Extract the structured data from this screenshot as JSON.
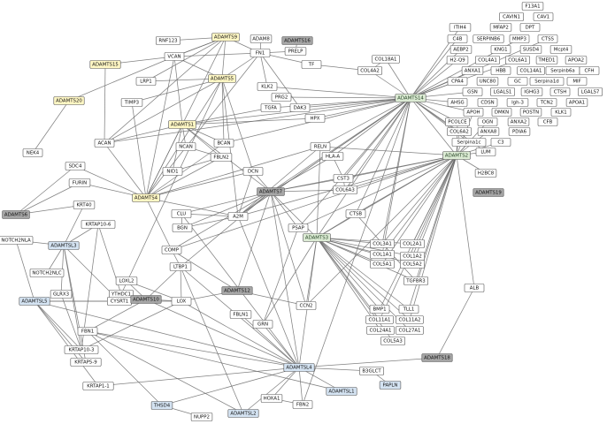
{
  "colors": {
    "white": "#ffffff",
    "yellow": "#fff7c4",
    "green": "#dcebd4",
    "blue": "#d4e3f2",
    "gray": "#a6a6a6",
    "edge": "#6b6b6b"
  },
  "nodes": [
    {
      "id": "f13a1",
      "label": "F13A1",
      "cat": "white"
    },
    {
      "id": "cavin1",
      "label": "CAVIN1",
      "cat": "white"
    },
    {
      "id": "cav1",
      "label": "CAV1",
      "cat": "white"
    },
    {
      "id": "itih4",
      "label": "ITIH4",
      "cat": "white"
    },
    {
      "id": "mfap2",
      "label": "MFAP2",
      "cat": "white"
    },
    {
      "id": "dpt",
      "label": "DPT",
      "cat": "white"
    },
    {
      "id": "c4b",
      "label": "C4B",
      "cat": "white"
    },
    {
      "id": "serpinb6",
      "label": "SERPINB6",
      "cat": "white"
    },
    {
      "id": "mmp3",
      "label": "MMP3",
      "cat": "white"
    },
    {
      "id": "ctss",
      "label": "CTSS",
      "cat": "white"
    },
    {
      "id": "aebp2",
      "label": "AEBP2",
      "cat": "white"
    },
    {
      "id": "kng1",
      "label": "KNG1",
      "cat": "white"
    },
    {
      "id": "sus04",
      "label": "SUSD4",
      "cat": "white"
    },
    {
      "id": "mcpt4",
      "label": "Mcpt4",
      "cat": "white"
    },
    {
      "id": "h2q9",
      "label": "H2-Q9",
      "cat": "white"
    },
    {
      "id": "col4a1",
      "label": "COL4A1",
      "cat": "white"
    },
    {
      "id": "col6a1",
      "label": "COL6A1",
      "cat": "white"
    },
    {
      "id": "tmed1",
      "label": "TMED1",
      "cat": "white"
    },
    {
      "id": "apoa2",
      "label": "APOA2",
      "cat": "white"
    },
    {
      "id": "anxa1",
      "label": "ANXA1",
      "cat": "white"
    },
    {
      "id": "hbb",
      "label": "HBB",
      "cat": "white"
    },
    {
      "id": "col14a1",
      "label": "COL14A1",
      "cat": "white"
    },
    {
      "id": "serpinb6a",
      "label": "Serpinb6a",
      "cat": "white"
    },
    {
      "id": "cfh",
      "label": "CFH",
      "cat": "white"
    },
    {
      "id": "cpa4",
      "label": "CPA4",
      "cat": "white"
    },
    {
      "id": "unc80",
      "label": "UNC80",
      "cat": "white"
    },
    {
      "id": "gc",
      "label": "GC",
      "cat": "white"
    },
    {
      "id": "serpina1d",
      "label": "Serpina1d",
      "cat": "white"
    },
    {
      "id": "mif",
      "label": "MIF",
      "cat": "white"
    },
    {
      "id": "gsn",
      "label": "GSN",
      "cat": "white"
    },
    {
      "id": "lgals1",
      "label": "LGALS1",
      "cat": "white"
    },
    {
      "id": "ighg3",
      "label": "IGHG3",
      "cat": "white"
    },
    {
      "id": "ctsh",
      "label": "CTSH",
      "cat": "white"
    },
    {
      "id": "lgals7",
      "label": "LGALS7",
      "cat": "white"
    },
    {
      "id": "ahsg",
      "label": "AHSG",
      "cat": "white"
    },
    {
      "id": "cdsn",
      "label": "CDSN",
      "cat": "white"
    },
    {
      "id": "igh3",
      "label": "Igh-3",
      "cat": "white"
    },
    {
      "id": "tcn2",
      "label": "TCN2",
      "cat": "white"
    },
    {
      "id": "apoa1",
      "label": "APOA1",
      "cat": "white"
    },
    {
      "id": "apoh",
      "label": "APOH",
      "cat": "white"
    },
    {
      "id": "dmkn",
      "label": "DMKN",
      "cat": "white"
    },
    {
      "id": "postn",
      "label": "POSTN",
      "cat": "white"
    },
    {
      "id": "klk1",
      "label": "KLK1",
      "cat": "white"
    },
    {
      "id": "pcolce",
      "label": "PCOLCE",
      "cat": "white"
    },
    {
      "id": "ogn",
      "label": "OGN",
      "cat": "white"
    },
    {
      "id": "anxa2",
      "label": "ANXA2",
      "cat": "white"
    },
    {
      "id": "cfb",
      "label": "CFB",
      "cat": "white"
    },
    {
      "id": "col6a2",
      "label": "COL6A2",
      "cat": "white"
    },
    {
      "id": "anxa8",
      "label": "ANXA8",
      "cat": "white"
    },
    {
      "id": "pdia6",
      "label": "PDIA6",
      "cat": "white"
    },
    {
      "id": "serpina1c",
      "label": "Serpina1c",
      "cat": "white"
    },
    {
      "id": "c3",
      "label": "C3",
      "cat": "white"
    },
    {
      "id": "lum",
      "label": "LUM",
      "cat": "white"
    },
    {
      "id": "adamts14",
      "label": "ADAMTS14",
      "cat": "green"
    },
    {
      "id": "adamts2",
      "label": "ADAMTS2",
      "cat": "green"
    },
    {
      "id": "adamts3",
      "label": "ADAMTS3",
      "cat": "green"
    },
    {
      "id": "h2bc8",
      "label": "H2BC8",
      "cat": "white"
    },
    {
      "id": "adamts19",
      "label": "ADAMTS19",
      "cat": "gray"
    },
    {
      "id": "col18a1",
      "label": "COL18A1",
      "cat": "white"
    },
    {
      "id": "col4a2",
      "label": "COL4A2",
      "cat": "white"
    },
    {
      "id": "adamts9",
      "label": "ADAMTS9",
      "cat": "yellow"
    },
    {
      "id": "rnf123",
      "label": "RNF123",
      "cat": "white"
    },
    {
      "id": "adam8",
      "label": "ADAM8",
      "cat": "white"
    },
    {
      "id": "adamts16",
      "label": "ADAMTS16",
      "cat": "gray"
    },
    {
      "id": "adamts15",
      "label": "ADAMTS15",
      "cat": "yellow"
    },
    {
      "id": "vcan",
      "label": "VCAN",
      "cat": "white"
    },
    {
      "id": "fn1",
      "label": "FN1",
      "cat": "white"
    },
    {
      "id": "prelp",
      "label": "PRELP",
      "cat": "white"
    },
    {
      "id": "tf",
      "label": "TF",
      "cat": "white"
    },
    {
      "id": "lrp1",
      "label": "LRP1",
      "cat": "white"
    },
    {
      "id": "adamts5",
      "label": "ADAMTS5",
      "cat": "yellow"
    },
    {
      "id": "adamts20",
      "label": "ADAMTS20",
      "cat": "yellow"
    },
    {
      "id": "timp3",
      "label": "TIMP3",
      "cat": "white"
    },
    {
      "id": "klk2",
      "label": "KLK2",
      "cat": "white"
    },
    {
      "id": "prg2",
      "label": "PRG2",
      "cat": "white"
    },
    {
      "id": "tgfa",
      "label": "TGFA",
      "cat": "white"
    },
    {
      "id": "dak3",
      "label": "DAK3",
      "cat": "white"
    },
    {
      "id": "hpx",
      "label": "HPX",
      "cat": "white"
    },
    {
      "id": "adamts1",
      "label": "ADAMTS1",
      "cat": "yellow"
    },
    {
      "id": "acan",
      "label": "ACAN",
      "cat": "white"
    },
    {
      "id": "bcan",
      "label": "BCAN",
      "cat": "white"
    },
    {
      "id": "ncan",
      "label": "NCAN",
      "cat": "white"
    },
    {
      "id": "reln",
      "label": "RELN",
      "cat": "white"
    },
    {
      "id": "nek4",
      "label": "NEK4",
      "cat": "white"
    },
    {
      "id": "fbln2",
      "label": "FBLN2",
      "cat": "white"
    },
    {
      "id": "hlaa",
      "label": "HLA-A",
      "cat": "white"
    },
    {
      "id": "sdc4",
      "label": "SDC4",
      "cat": "white"
    },
    {
      "id": "nid1",
      "label": "NID1",
      "cat": "white"
    },
    {
      "id": "dcn",
      "label": "DCN",
      "cat": "white"
    },
    {
      "id": "cst3",
      "label": "CST3",
      "cat": "white"
    },
    {
      "id": "furin",
      "label": "FURIN",
      "cat": "white"
    },
    {
      "id": "adamts4",
      "label": "ADAMTS4",
      "cat": "yellow"
    },
    {
      "id": "adamts7",
      "label": "ADAMTS7",
      "cat": "gray"
    },
    {
      "id": "col6a3",
      "label": "COL6A3",
      "cat": "white"
    },
    {
      "id": "adamts6",
      "label": "ADAMTS6",
      "cat": "gray"
    },
    {
      "id": "krt40",
      "label": "KRT40",
      "cat": "white"
    },
    {
      "id": "clu",
      "label": "CLU",
      "cat": "white"
    },
    {
      "id": "a2m",
      "label": "A2M",
      "cat": "white"
    },
    {
      "id": "ctsb",
      "label": "CTSB",
      "cat": "white"
    },
    {
      "id": "bgn",
      "label": "BGN",
      "cat": "white"
    },
    {
      "id": "notch2nla",
      "label": "NOTCH2NLA",
      "cat": "white"
    },
    {
      "id": "adamtsl3",
      "label": "ADAMTSL3",
      "cat": "blue"
    },
    {
      "id": "krtap10_6",
      "label": "KRTAP10-6",
      "cat": "white"
    },
    {
      "id": "psap",
      "label": "PSAP",
      "cat": "white"
    },
    {
      "id": "col3a1",
      "label": "COL3A1",
      "cat": "white"
    },
    {
      "id": "col2a1",
      "label": "COL2A1",
      "cat": "white"
    },
    {
      "id": "col1a1",
      "label": "COL1A1",
      "cat": "white"
    },
    {
      "id": "col1a2",
      "label": "COL1A2",
      "cat": "white"
    },
    {
      "id": "comp",
      "label": "COMP",
      "cat": "white"
    },
    {
      "id": "col5a1",
      "label": "COL5A1",
      "cat": "white"
    },
    {
      "id": "col5a2",
      "label": "COL5A2",
      "cat": "white"
    },
    {
      "id": "ltbp1",
      "label": "LTBP1",
      "cat": "white"
    },
    {
      "id": "alb",
      "label": "ALB",
      "cat": "white"
    },
    {
      "id": "notch2nlc",
      "label": "NOTCH2NLC",
      "cat": "white"
    },
    {
      "id": "tgfbr3",
      "label": "TGFBR3",
      "cat": "white"
    },
    {
      "id": "lox",
      "label": "LOX",
      "cat": "white"
    },
    {
      "id": "adamts12",
      "label": "ADAMTS12",
      "cat": "gray"
    },
    {
      "id": "ythdc1",
      "label": "YTHDC1",
      "cat": "white"
    },
    {
      "id": "loxl2",
      "label": "LOXL2",
      "cat": "white"
    },
    {
      "id": "glrx3",
      "label": "GLRX3",
      "cat": "white"
    },
    {
      "id": "adamtsl5",
      "label": "ADAMTSL5",
      "cat": "blue"
    },
    {
      "id": "cysrt1",
      "label": "CYSRT1",
      "cat": "white"
    },
    {
      "id": "adamts10",
      "label": "ADAMTS10",
      "cat": "gray"
    },
    {
      "id": "ccn2",
      "label": "CCN2",
      "cat": "white"
    },
    {
      "id": "bmp1",
      "label": "BMP1",
      "cat": "white"
    },
    {
      "id": "tll1",
      "label": "TLL1",
      "cat": "white"
    },
    {
      "id": "col11a1",
      "label": "COL11A1",
      "cat": "white"
    },
    {
      "id": "col11a2",
      "label": "COL11A2",
      "cat": "white"
    },
    {
      "id": "fbn1",
      "label": "FBN1",
      "cat": "white"
    },
    {
      "id": "fbln1",
      "label": "FBLN1",
      "cat": "white"
    },
    {
      "id": "grn",
      "label": "GRN",
      "cat": "white"
    },
    {
      "id": "col24a1",
      "label": "COL24A1",
      "cat": "white"
    },
    {
      "id": "col27a1",
      "label": "COL27A1",
      "cat": "white"
    },
    {
      "id": "col5a3",
      "label": "COL5A3",
      "cat": "white"
    },
    {
      "id": "krtap10_3",
      "label": "KRTAP10-3",
      "cat": "white"
    },
    {
      "id": "adamts18",
      "label": "ADAMTS18",
      "cat": "gray"
    },
    {
      "id": "krtap5_9",
      "label": "KRTAP5-9",
      "cat": "white"
    },
    {
      "id": "b3glct",
      "label": "B3GLCT",
      "cat": "white"
    },
    {
      "id": "adamtsl4",
      "label": "ADAMTSL4",
      "cat": "blue"
    },
    {
      "id": "krtap1_1",
      "label": "KRTAP1-1",
      "cat": "white"
    },
    {
      "id": "papln",
      "label": "PAPLN",
      "cat": "blue"
    },
    {
      "id": "adamtsl1",
      "label": "ADAMTSL1",
      "cat": "blue"
    },
    {
      "id": "thsd4",
      "label": "THSD4",
      "cat": "blue"
    },
    {
      "id": "hoxa1",
      "label": "HOXA1",
      "cat": "white"
    },
    {
      "id": "fbn2",
      "label": "FBN2",
      "cat": "white"
    },
    {
      "id": "adamtsl2",
      "label": "ADAMTSL2",
      "cat": "blue"
    },
    {
      "id": "nupp2",
      "label": "NUPP2",
      "cat": "white"
    }
  ]
}
